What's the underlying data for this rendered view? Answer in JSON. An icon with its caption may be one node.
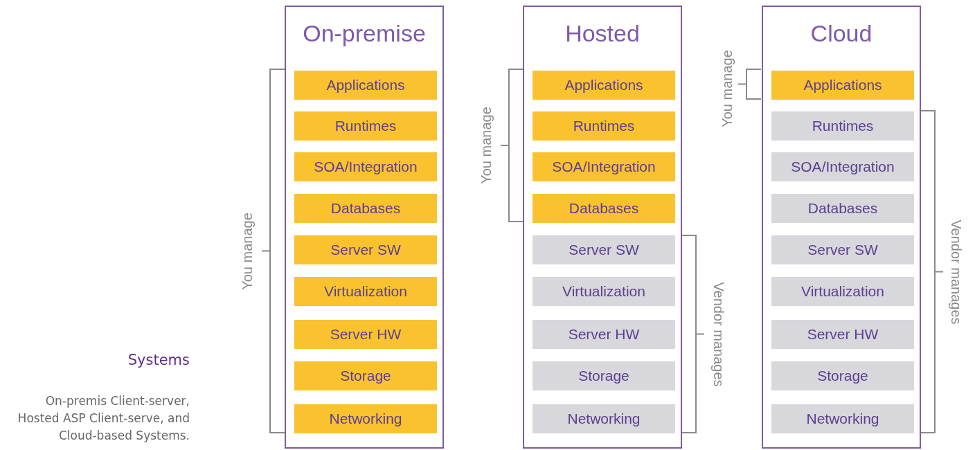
{
  "diagram": {
    "title": "Systems",
    "caption": "On-premis Client-server, Hosted ASP Client-serve, and Cloud-based Systems.",
    "nodes": [
      {
        "text": [
          "On-premise"
        ]
      },
      {
        "text": [
          "Applications"
        ],
        "in": 0
      },
      {
        "text": [
          "Runtimes"
        ],
        "in": 0
      },
      {
        "text": [
          "SOA/Integration"
        ],
        "in": 0
      },
      {
        "text": [
          "Databases"
        ],
        "in": 0
      },
      {
        "text": [
          "Server SW"
        ],
        "in": 0
      },
      {
        "text": [
          "Virtualization"
        ],
        "in": 0
      },
      {
        "text": [
          "Server HW"
        ],
        "in": 0
      },
      {
        "text": [
          "Storage"
        ],
        "in": 0
      },
      {
        "text": [
          "Networking"
        ],
        "in": 0
      },
      {
        "text": [
          "Hosted"
        ]
      },
      {
        "text": [
          "Applications"
        ],
        "in": 10
      },
      {
        "text": [
          "Runtimes"
        ],
        "in": 10
      },
      {
        "text": [
          "SOA/Integration"
        ],
        "in": 10
      },
      {
        "text": [
          "Databases"
        ],
        "in": 10
      },
      {
        "text": [
          "Server SW"
        ],
        "in": 10
      },
      {
        "text": [
          "Virtualization"
        ],
        "in": 10
      },
      {
        "text": [
          "Server HW"
        ],
        "in": 10
      },
      {
        "text": [
          "Storage"
        ],
        "in": 10
      },
      {
        "text": [
          "Networking"
        ],
        "in": 10
      },
      {
        "text": [
          "Cloud"
        ]
      },
      {
        "text": [
          "Applications"
        ],
        "in": 20
      },
      {
        "text": [
          "Runtimes"
        ],
        "in": 20
      },
      {
        "text": [
          "SOA/Integration"
        ],
        "in": 20
      },
      {
        "text": [
          "Databases"
        ],
        "in": 20
      },
      {
        "text": [
          "Server SW"
        ],
        "in": 20
      },
      {
        "text": [
          "Virtualization"
        ],
        "in": 20
      },
      {
        "text": [
          "Server HW"
        ],
        "in": 20
      },
      {
        "text": [
          "Storage"
        ],
        "in": 20
      },
      {
        "text": [
          "Networking"
        ],
        "in": 20
      }
    ],
    "labels": [
      "You manage",
      "You manage",
      "Vendor manages",
      "You manage",
      "Vendor manages"
    ]
  }
}
